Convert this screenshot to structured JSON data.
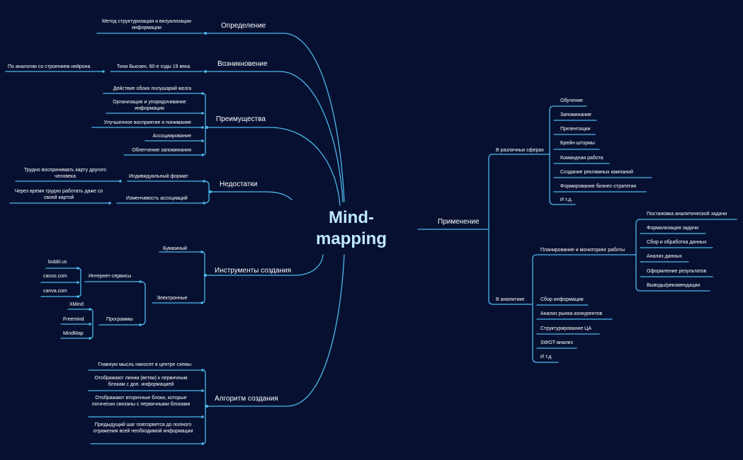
{
  "center": {
    "line1": "Mind-",
    "line2": "mapping"
  },
  "left": {
    "definition": {
      "label": "Определение",
      "items": [
        "Метод структуризации и визуализации информации"
      ]
    },
    "origin": {
      "label": "Возникновение",
      "item": "Тони Бьюзен, 60-е годы 19 века",
      "sub": "По аналогии со строением нейрона"
    },
    "advantages": {
      "label": "Преимущества",
      "items": [
        "Действие обоих полушарий мозга",
        "Организация и упорядочивание информации",
        "Улучшенное восприятие и понимание",
        "Ассоциирование",
        "Облегчение запоминания"
      ]
    },
    "drawbacks": {
      "label": "Недостатки",
      "items": [
        {
          "label": "Индивидуальный формат",
          "sub": "Трудно воспринимать карту другого человека"
        },
        {
          "label": "Изменчивость ассоциаций",
          "sub": "Через время трудно работать даже со своей картой"
        }
      ]
    },
    "tools": {
      "label": "Инструменты создания",
      "paper": "Бумажный",
      "electronic": "Электронные",
      "internet": {
        "label": "Интернет-сервисы",
        "items": [
          "bubbl.us",
          "cacoo.com",
          "canva.com"
        ]
      },
      "programs": {
        "label": "Программы",
        "items": [
          "XMind",
          "Freemind",
          "MindMap"
        ]
      }
    },
    "algorithm": {
      "label": "Алгоритм создания",
      "items": [
        "Главную мысль наносят в центре схемы",
        "Отображают линии (ветви) к первичным блокам с доп. информацией",
        "Отображают вторичные блоки, которые логически связаны с первичными блоками",
        "Предыдущий шаг повторяется до полного отражения всей необходимой информации"
      ]
    }
  },
  "right": {
    "application": {
      "label": "Применение"
    },
    "spheres": {
      "label": "В различных сферах",
      "items": [
        "Обучение",
        "Запоминание",
        "Презентации",
        "Брейн-штормы",
        "Командная работа",
        "Создание рекламных кампаний",
        "Формирование бизнес-стратегии",
        "И т.д."
      ]
    },
    "analytics": {
      "label": "В аналитике",
      "planning": {
        "label": "Планирование и мониторинг работы",
        "items": [
          "Постановка аналитической задачи",
          "Формализация задачи",
          "Сбор и обработка данных",
          "Анализ данных",
          "Оформление результатов",
          "Выводы/рекомендации"
        ]
      },
      "items": [
        "Сбор информации",
        "Анализ рынка конкурентов",
        "Структурирование ЦА",
        "SWOT-анализ",
        "И т.д"
      ]
    }
  },
  "colors": {
    "background": "#071030",
    "line": "#4bb8ec",
    "text": "#ffffff",
    "center": "#bfe9ff"
  }
}
